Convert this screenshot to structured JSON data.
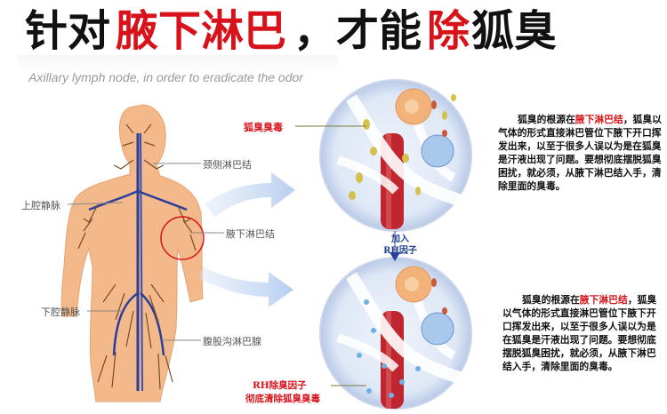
{
  "title": {
    "part1": "针对",
    "part2": "腋下淋巴",
    "part3": "，才能",
    "part4": "除",
    "part5": "狐臭"
  },
  "subtitle": "Axillary lymph node, in order to eradicate the odor",
  "body_labels": {
    "neck": "颈侧淋巴结",
    "upper_vena": "上腔静脉",
    "axillary": "腋下淋巴结",
    "lower_vena": "下腔静脉",
    "groin": "腹股沟淋巴腺"
  },
  "top_panel": {
    "callout": "狐臭臭毒",
    "para_pre": "狐臭的根源在",
    "para_hl": "腋下淋巴结",
    "para_post": "，狐臭以气体的形式直接淋巴管位下腋下开口挥发出来，以至于很多人误以为是在狐臭是汗液出现了问题。要想彻底摆脱狐臭困扰，就必须，从腋下淋巴结入手，清除里面的臭毒。"
  },
  "middle_badge": {
    "line1": "加入",
    "line2": "RH因子"
  },
  "bottom_panel": {
    "callout_line1": "RH除臭因子",
    "callout_line2": "彻底清除狐臭臭毒",
    "para_pre": "狐臭的根源在",
    "para_hl": "腋下淋巴结",
    "para_post": "，狐臭以气体的形式直接淋巴管位下腋下开口挥发出来，以至于很多人误以为是在狐臭是汗液出现了问题。要想彻底摆脱狐臭困扰，就必须，从腋下淋巴结入手，清除里面的臭毒。"
  },
  "colors": {
    "accent_red": "#d8121a",
    "skin": "#f4b98a",
    "vessel_blue": "#2a3f9c",
    "lymph": "#f3e4a0"
  }
}
